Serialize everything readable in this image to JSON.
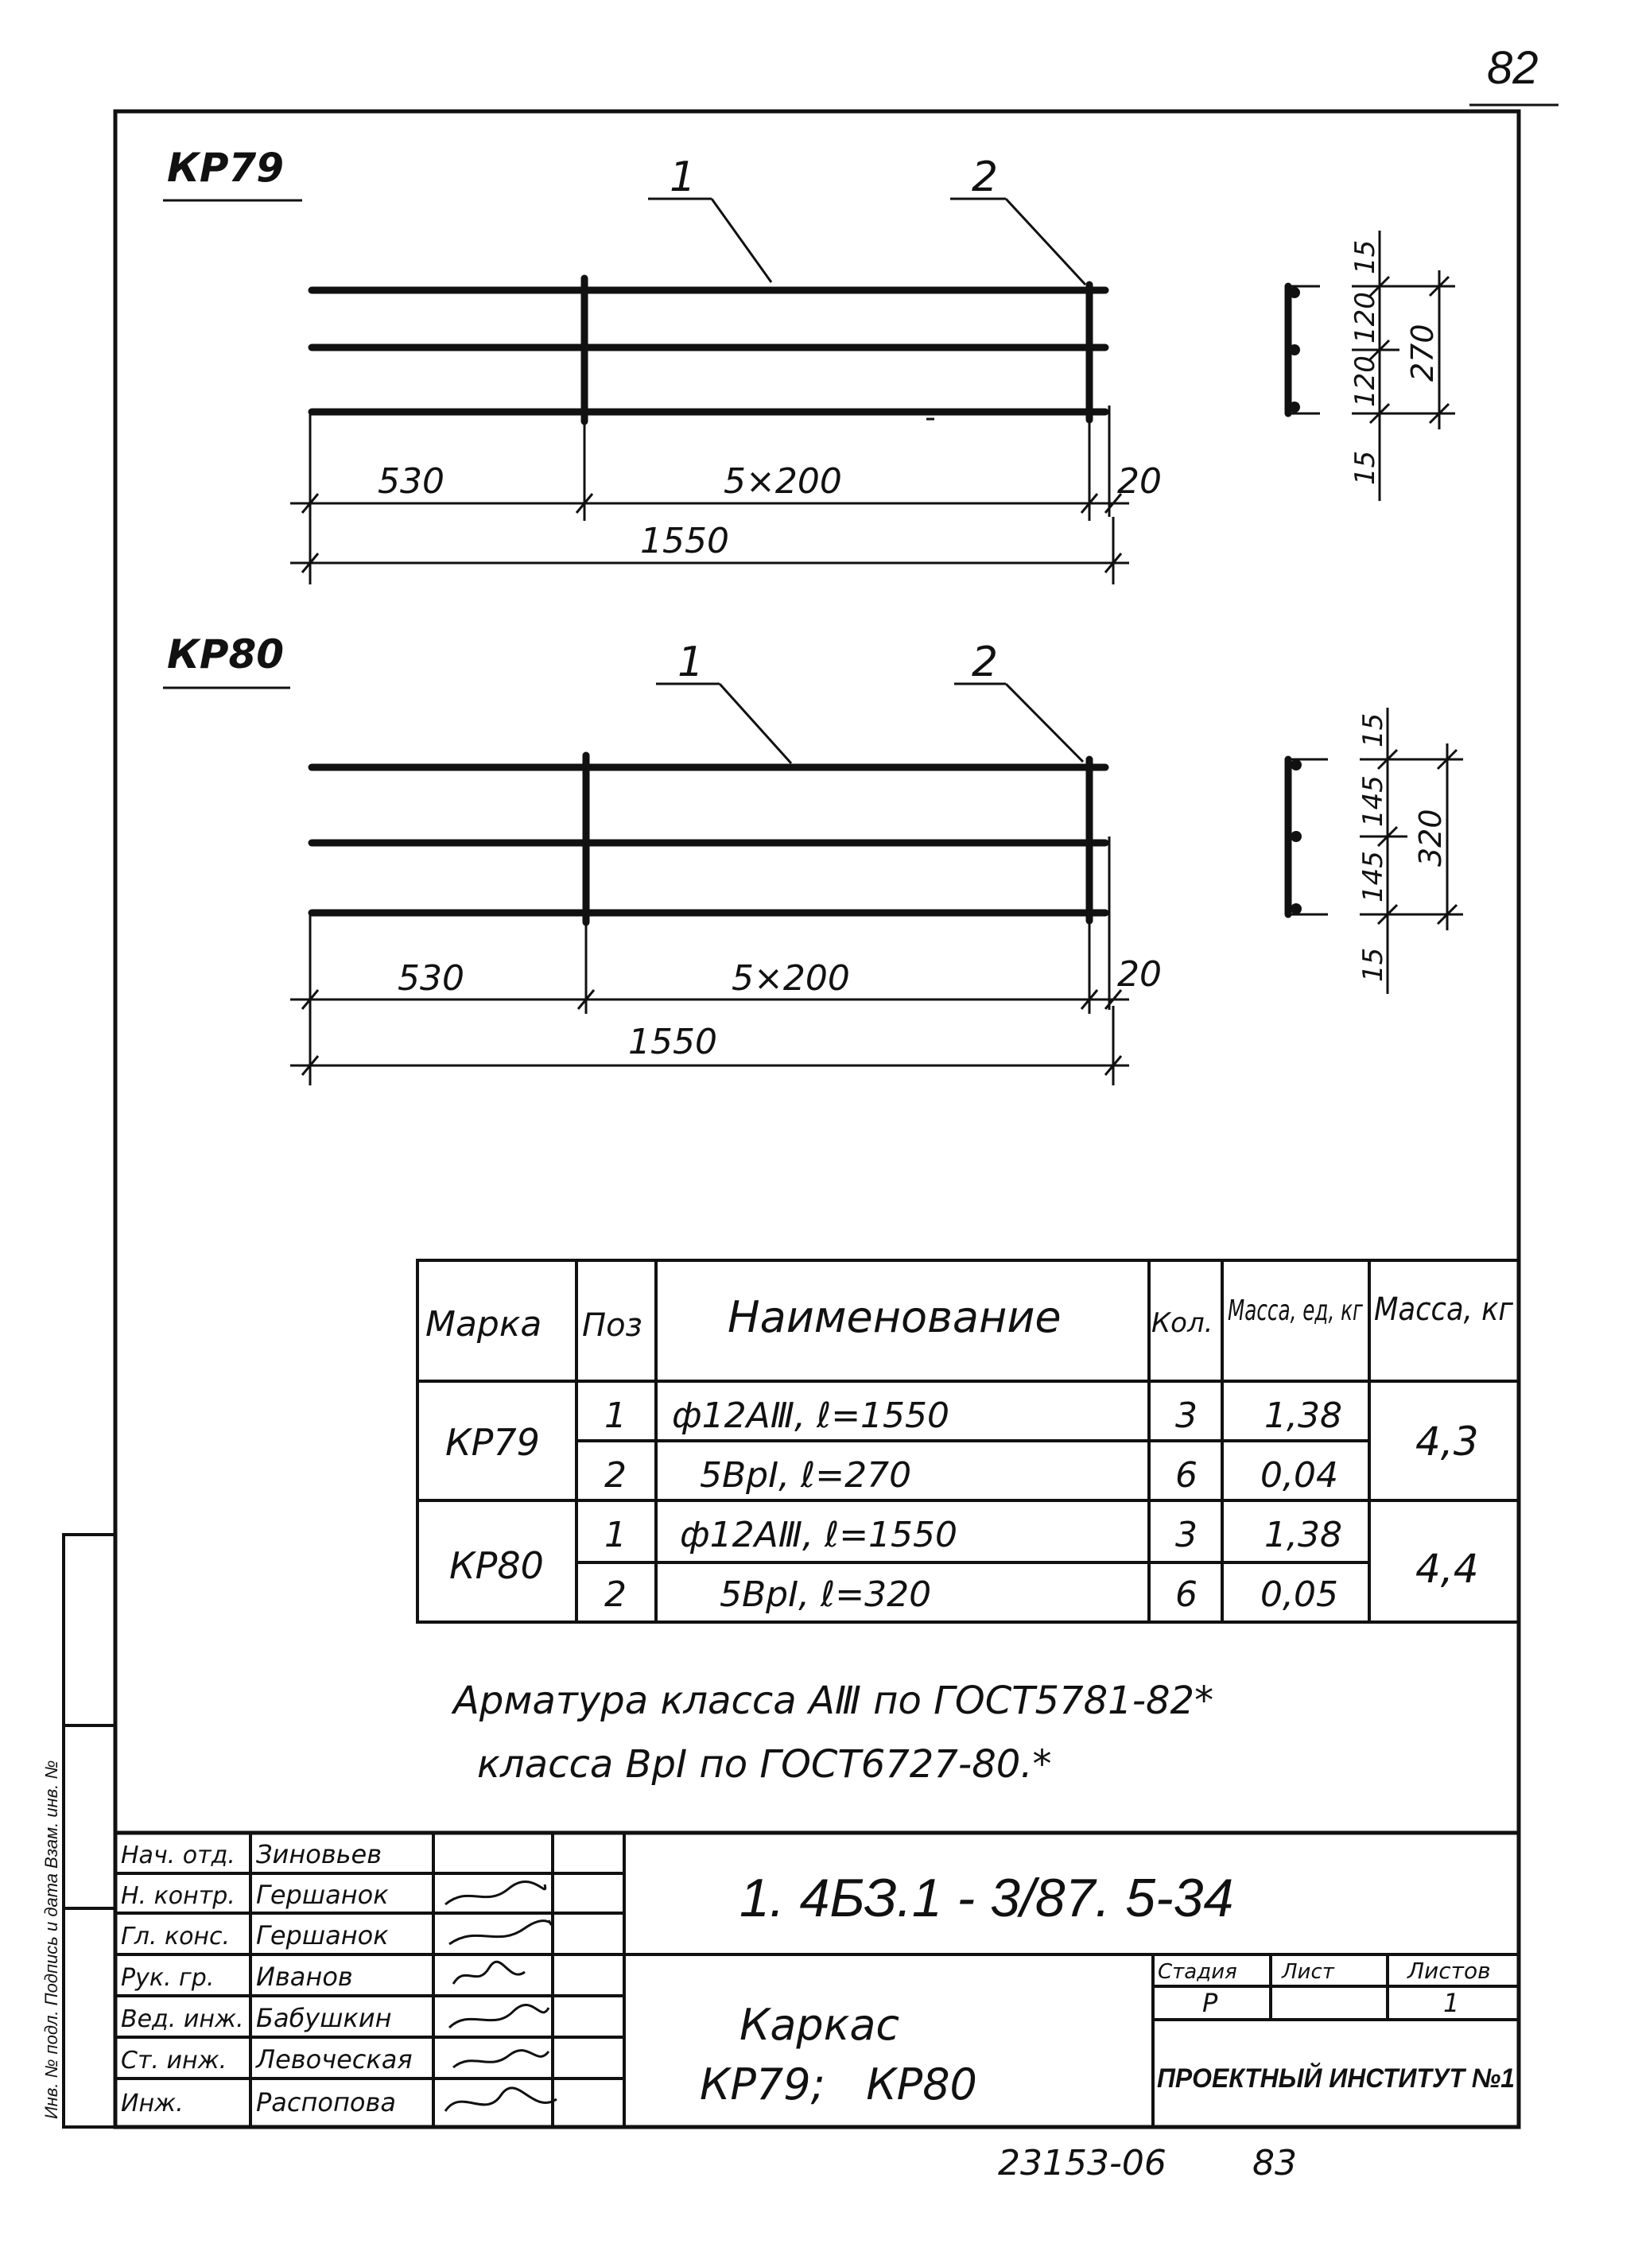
{
  "page_number": "82",
  "page_number_bottom": "83",
  "inventory_number": "23153-06",
  "cages": [
    {
      "mark": "КР79",
      "callouts": [
        "1",
        "2"
      ],
      "dims_bottom": {
        "left": "530",
        "middle": "5×200",
        "right": "20",
        "total": "1550"
      },
      "section_dims": {
        "top": "15",
        "upper": "120",
        "lower": "120",
        "bottom": "15",
        "overall": "270"
      }
    },
    {
      "mark": "КР80",
      "callouts": [
        "1",
        "2"
      ],
      "dims_bottom": {
        "left": "530",
        "middle": "5×200",
        "right": "20",
        "total": "1550"
      },
      "section_dims": {
        "top": "15",
        "upper": "145",
        "lower": "145",
        "bottom": "15",
        "overall": "320"
      }
    }
  ],
  "spec_table": {
    "headers": [
      "Марка",
      "Поз",
      "Наименование",
      "Кол.",
      "Масса, ед, кг",
      "Масса, кг"
    ],
    "groups": [
      {
        "mark": "КР79",
        "total_mass": "4,3",
        "rows": [
          {
            "pos": "1",
            "name": "ф12АⅢ, ℓ=1550",
            "qty": "3",
            "unit_mass": "1,38"
          },
          {
            "pos": "2",
            "name": "5ВрI, ℓ=270",
            "qty": "6",
            "unit_mass": "0,04"
          }
        ]
      },
      {
        "mark": "КР80",
        "total_mass": "4,4",
        "rows": [
          {
            "pos": "1",
            "name": "ф12АⅢ, ℓ=1550",
            "qty": "3",
            "unit_mass": "1,38"
          },
          {
            "pos": "2",
            "name": "5ВрI, ℓ=320",
            "qty": "6",
            "unit_mass": "0,05"
          }
        ]
      }
    ]
  },
  "notes": [
    "Арматура класса АⅢ по ГОСТ5781-82*",
    "класса ВрI по ГОСТ6727-80.*"
  ],
  "title_block": {
    "document_code": "1. 4БЗ.1 - 3/87. 5-34",
    "title_line1": "Каркас",
    "title_line2": "КР79;   КР80",
    "stage_label": "Стадия",
    "sheet_label": "Лист",
    "sheets_label": "Листов",
    "stage_value": "Р",
    "sheet_value": "",
    "sheets_value": "1",
    "organization": "ПРОЕКТНЫЙ ИНСТИТУТ №1",
    "staff": [
      {
        "role": "Нач. отд.",
        "name": "Зиновьев"
      },
      {
        "role": "Н. контр.",
        "name": "Гершанок"
      },
      {
        "role": "Гл. конс.",
        "name": "Гершанок"
      },
      {
        "role": "Рук. гр.",
        "name": "Иванов"
      },
      {
        "role": "Вед. инж.",
        "name": "Бабушкин"
      },
      {
        "role": "Ст. инж.",
        "name": "Левоческая"
      },
      {
        "role": "Инж.",
        "name": "Распопова"
      }
    ]
  },
  "side_stamp": "Инв. № подл.   Подпись и дата   Взам. инв. №"
}
